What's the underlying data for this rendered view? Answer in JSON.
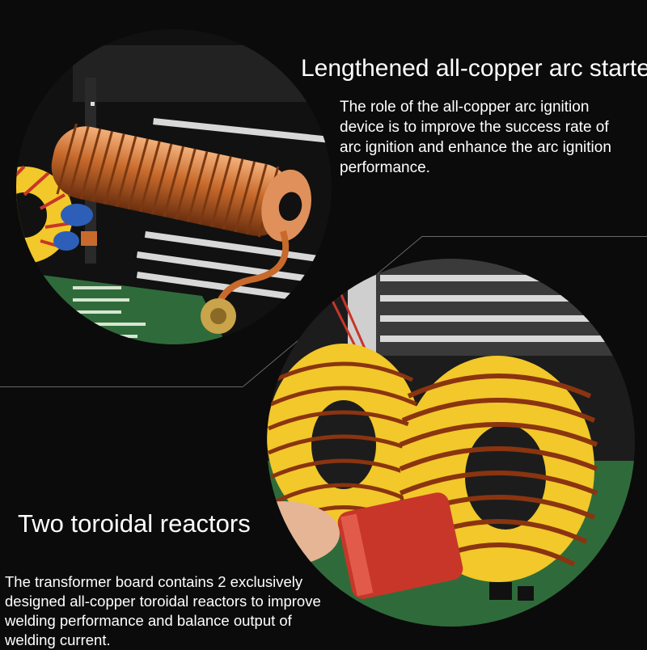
{
  "section_top": {
    "title": "Lengthened all-copper arc starter",
    "description": "The role of the all-copper arc ignition device is to improve the success rate of arc ignition and enhance the arc ignition performance.",
    "photo_icon": "copper-coil-arc-starter-photo"
  },
  "section_bottom": {
    "title": "Two toroidal reactors",
    "description": "The transformer board contains 2 exclusively designed all-copper toroidal reactors to improve welding performance and balance output of welding current.",
    "photo_icon": "toroidal-reactors-photo"
  },
  "colors": {
    "background": "#0b0b0b",
    "text": "#ffffff",
    "copper": "#c86a2c",
    "yellow_core": "#f2c82a",
    "pcb_green": "#2f6b3a",
    "capacitor_red": "#c8362a"
  }
}
